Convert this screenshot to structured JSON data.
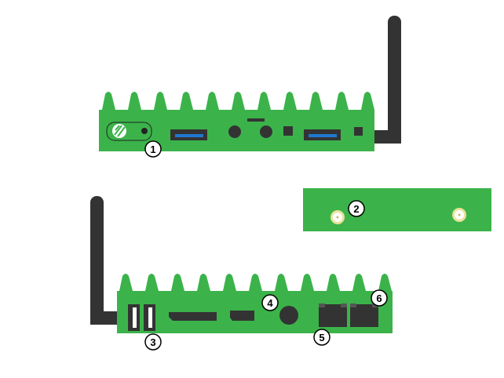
{
  "colors": {
    "body": "#3bb34a",
    "dark": "#333333",
    "port_blue": "#1f78d1",
    "connector_gold": "#e8e29a",
    "white": "#ffffff"
  },
  "views": [
    {
      "name": "top-device-front-panel"
    },
    {
      "name": "side-panel-antenna-connectors"
    },
    {
      "name": "bottom-device-rear-panel"
    }
  ],
  "callouts": [
    {
      "id": "callout-1",
      "number": "1"
    },
    {
      "id": "callout-2",
      "number": "2"
    },
    {
      "id": "callout-3",
      "number": "3"
    },
    {
      "id": "callout-4",
      "number": "4"
    },
    {
      "id": "callout-5",
      "number": "5"
    },
    {
      "id": "callout-6",
      "number": "6"
    }
  ],
  "icons": {
    "power_button": "power-logo-icon",
    "usb3": "usb-port-icon",
    "audio": "audio-jack-icon",
    "sma": "sma-connector-icon",
    "usb2": "usb2-port-icon",
    "hdmi": "hdmi-port-icon",
    "dp": "mini-port-icon",
    "dc": "dc-jack-icon",
    "rj45": "ethernet-port-icon"
  }
}
